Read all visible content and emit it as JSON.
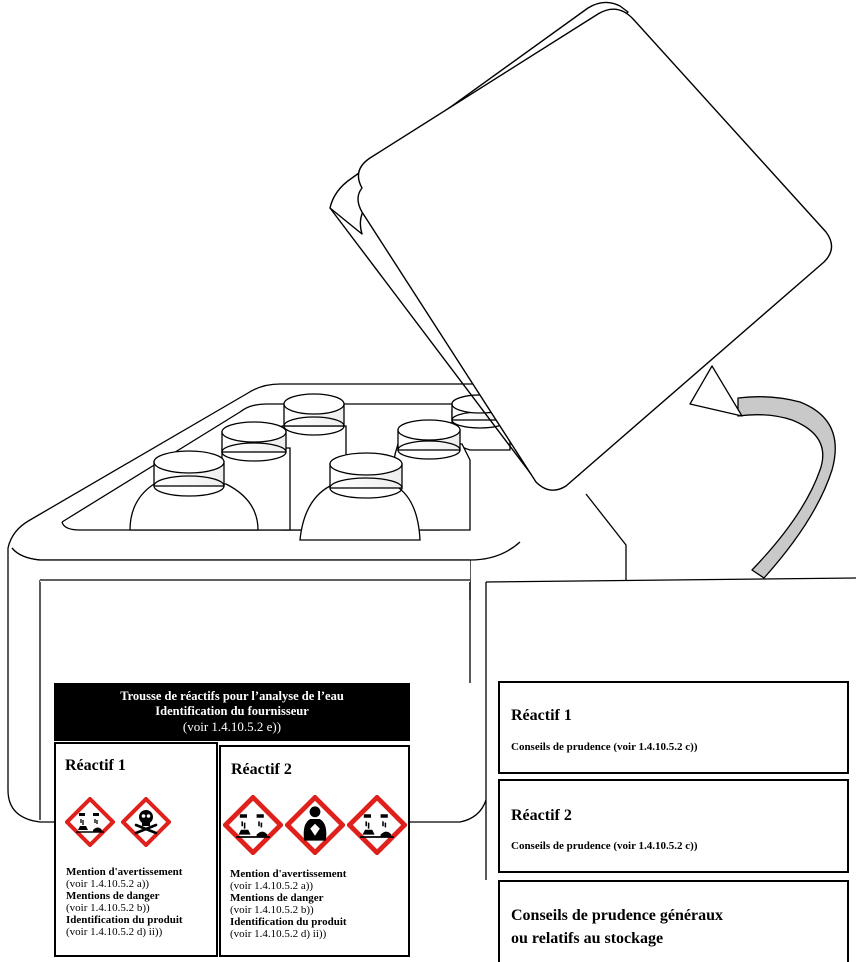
{
  "banner": {
    "line1": "Trousse de réactifs pour l’analyse de l’eau",
    "line2": "Identification du fournisseur",
    "line3": "(voir 1.4.10.5.2 e))"
  },
  "reagent1": {
    "title": "Réactif 1",
    "pictograms": [
      "corrosion-pictogram",
      "skull-crossbones-pictogram"
    ],
    "signal_word_label": "Mention d'avertissement",
    "signal_word_ref": "(voir 1.4.10.5.2 a))",
    "hazard_label": "Mentions de danger",
    "hazard_ref": "(voir 1.4.10.5.2 b))",
    "product_label": "Identification du produit",
    "product_ref": "(voir 1.4.10.5.2 d) ii))"
  },
  "reagent2": {
    "title": "Réactif 2",
    "pictograms": [
      "corrosion-pictogram",
      "health-hazard-pictogram",
      "corrosion-pictogram"
    ],
    "signal_word_label": "Mention d'avertissement",
    "signal_word_ref": "(voir 1.4.10.5.2 a))",
    "hazard_label": "Mentions de danger",
    "hazard_ref": "(voir 1.4.10.5.2 b))",
    "product_label": "Identification du produit",
    "product_ref": "(voir 1.4.10.5.2 d) ii))"
  },
  "panel1": {
    "title": "Réactif 1",
    "subtitle": "Conseils de prudence (voir 1.4.10.5.2 c))"
  },
  "panel2": {
    "title": "Réactif 2",
    "subtitle": "Conseils de prudence (voir 1.4.10.5.2 c))"
  },
  "panel3": {
    "line1": "Conseils de prudence généraux",
    "line2": "ou relatifs au stockage"
  },
  "colors": {
    "pictogram_border": "#e0201b",
    "banner_bg": "#000000"
  }
}
